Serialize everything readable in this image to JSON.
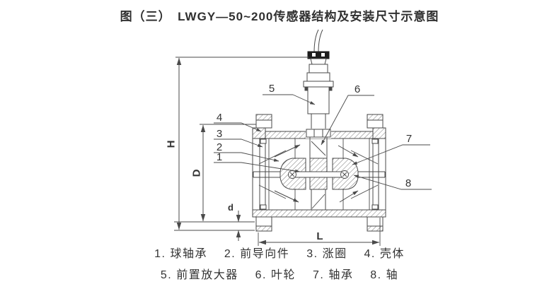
{
  "title": "图（三）　LWGY—50~200传感器结构及安装尺寸示意图",
  "diagram": {
    "description": "涡轮流量传感器剖面结构示意图",
    "dimension_labels": {
      "height": "H",
      "flange_diameter": "D",
      "hole": "d",
      "length": "L"
    },
    "callouts": {
      "c1": "1",
      "c2": "2",
      "c3": "3",
      "c4": "4",
      "c5": "5",
      "c6": "6",
      "c7": "7",
      "c8": "8"
    }
  },
  "legend": {
    "rows": [
      [
        {
          "num": "1.",
          "label": "球轴承"
        },
        {
          "num": "2.",
          "label": "前导向件"
        },
        {
          "num": "3.",
          "label": "涨圈"
        },
        {
          "num": "4.",
          "label": "壳体"
        }
      ],
      [
        {
          "num": "5.",
          "label": "前置放大器"
        },
        {
          "num": "6.",
          "label": "叶轮"
        },
        {
          "num": "7.",
          "label": "轴承"
        },
        {
          "num": "8.",
          "label": "轴"
        }
      ]
    ]
  },
  "colors": {
    "line": "#4a4a4a",
    "text": "#333333",
    "background": "#ffffff",
    "connector": "#1c1c1c"
  }
}
